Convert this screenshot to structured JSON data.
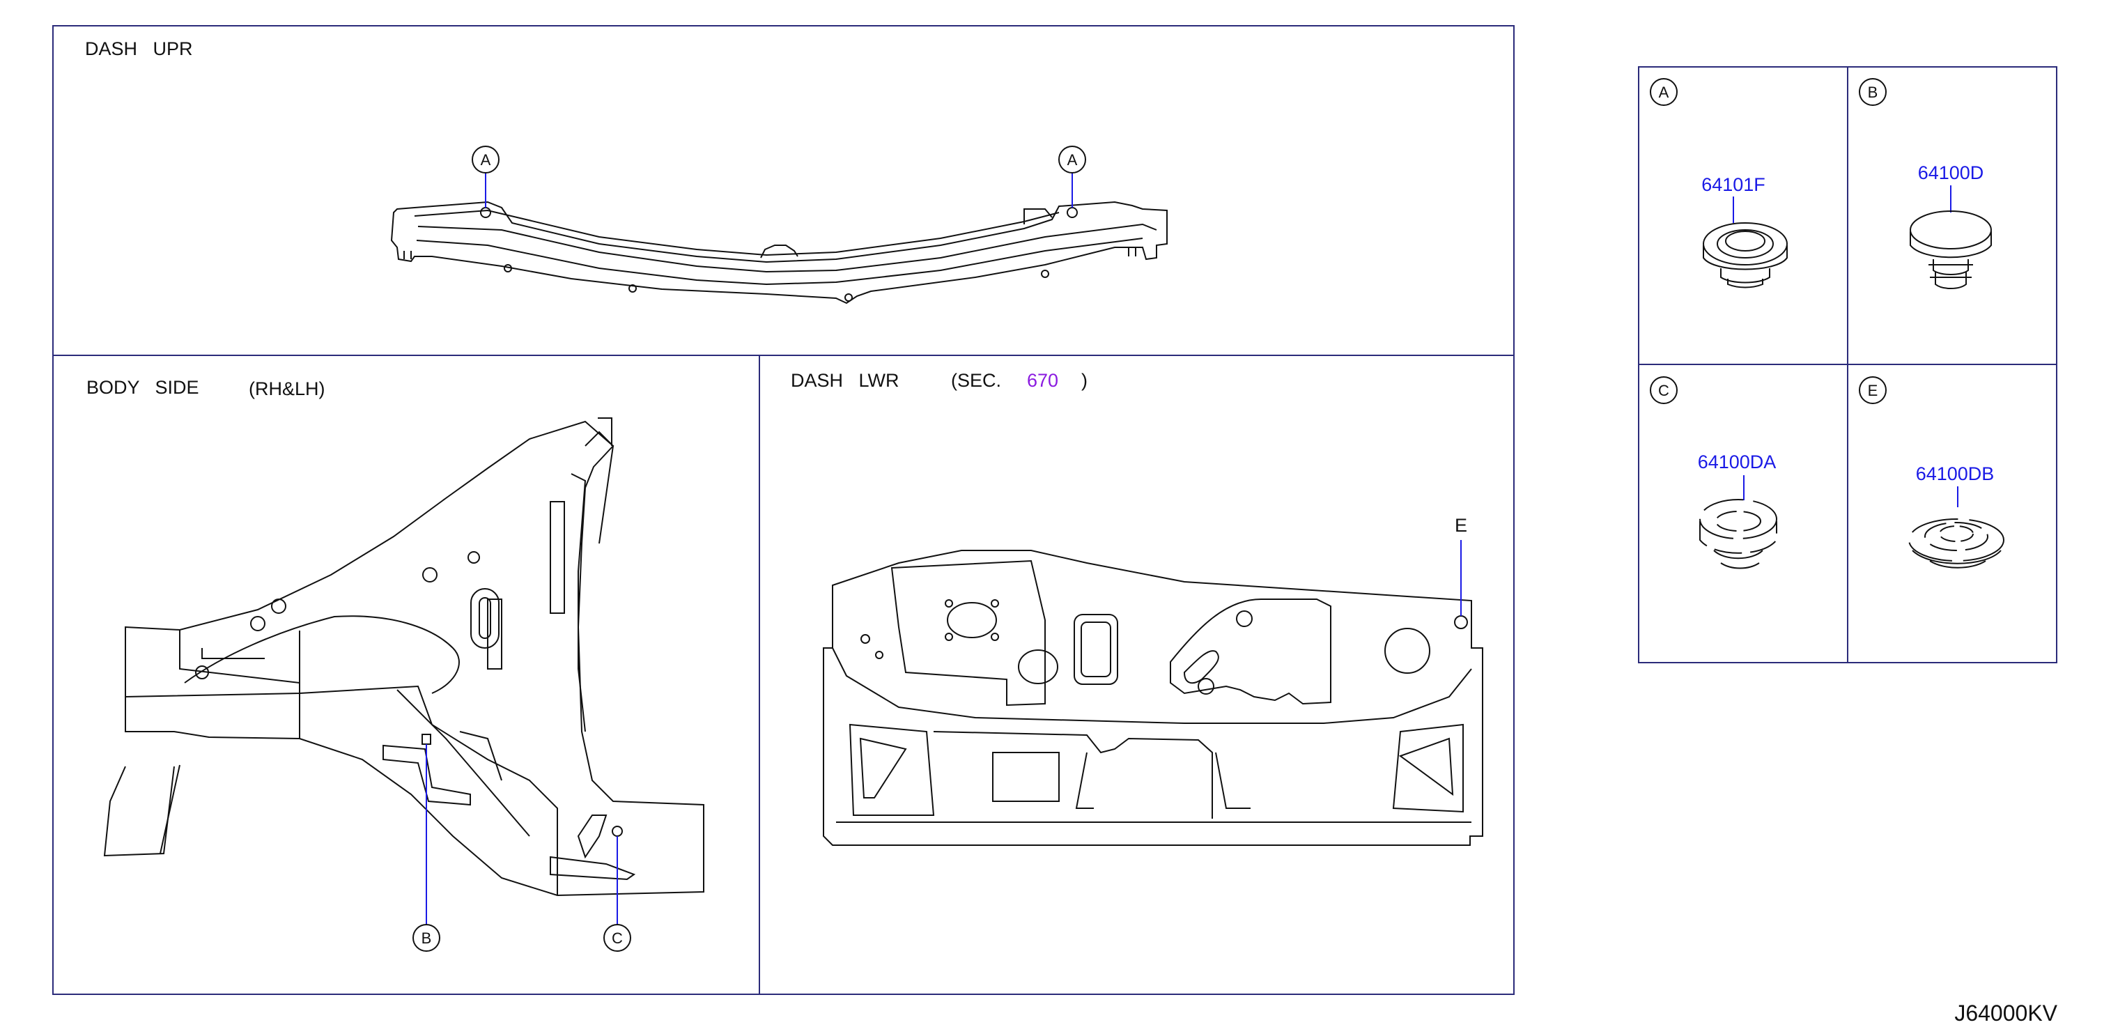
{
  "panels": {
    "dash_upr": {
      "title": "DASH   UPR"
    },
    "body_side": {
      "title": "BODY   SIDE",
      "subtitle": "(RH&LH)"
    },
    "dash_lwr": {
      "title": "DASH   LWR",
      "sec_prefix": "(SEC.",
      "sec_number": "670",
      "sec_suffix": ")"
    }
  },
  "callouts": {
    "a_left": "A",
    "a_right": "A",
    "b": "B",
    "c": "C",
    "e": "E"
  },
  "parts_table": [
    {
      "letter": "A",
      "part_number": "64101F"
    },
    {
      "letter": "B",
      "part_number": "64100D"
    },
    {
      "letter": "C",
      "part_number": "64100DA"
    },
    {
      "letter": "E",
      "part_number": "64100DB"
    }
  ],
  "diagram_code": "J64000KV",
  "colors": {
    "frame": "#2b2b7a",
    "part_number": "#1a1ae6",
    "section_ref": "#8a1ae0",
    "line": "#111111"
  }
}
